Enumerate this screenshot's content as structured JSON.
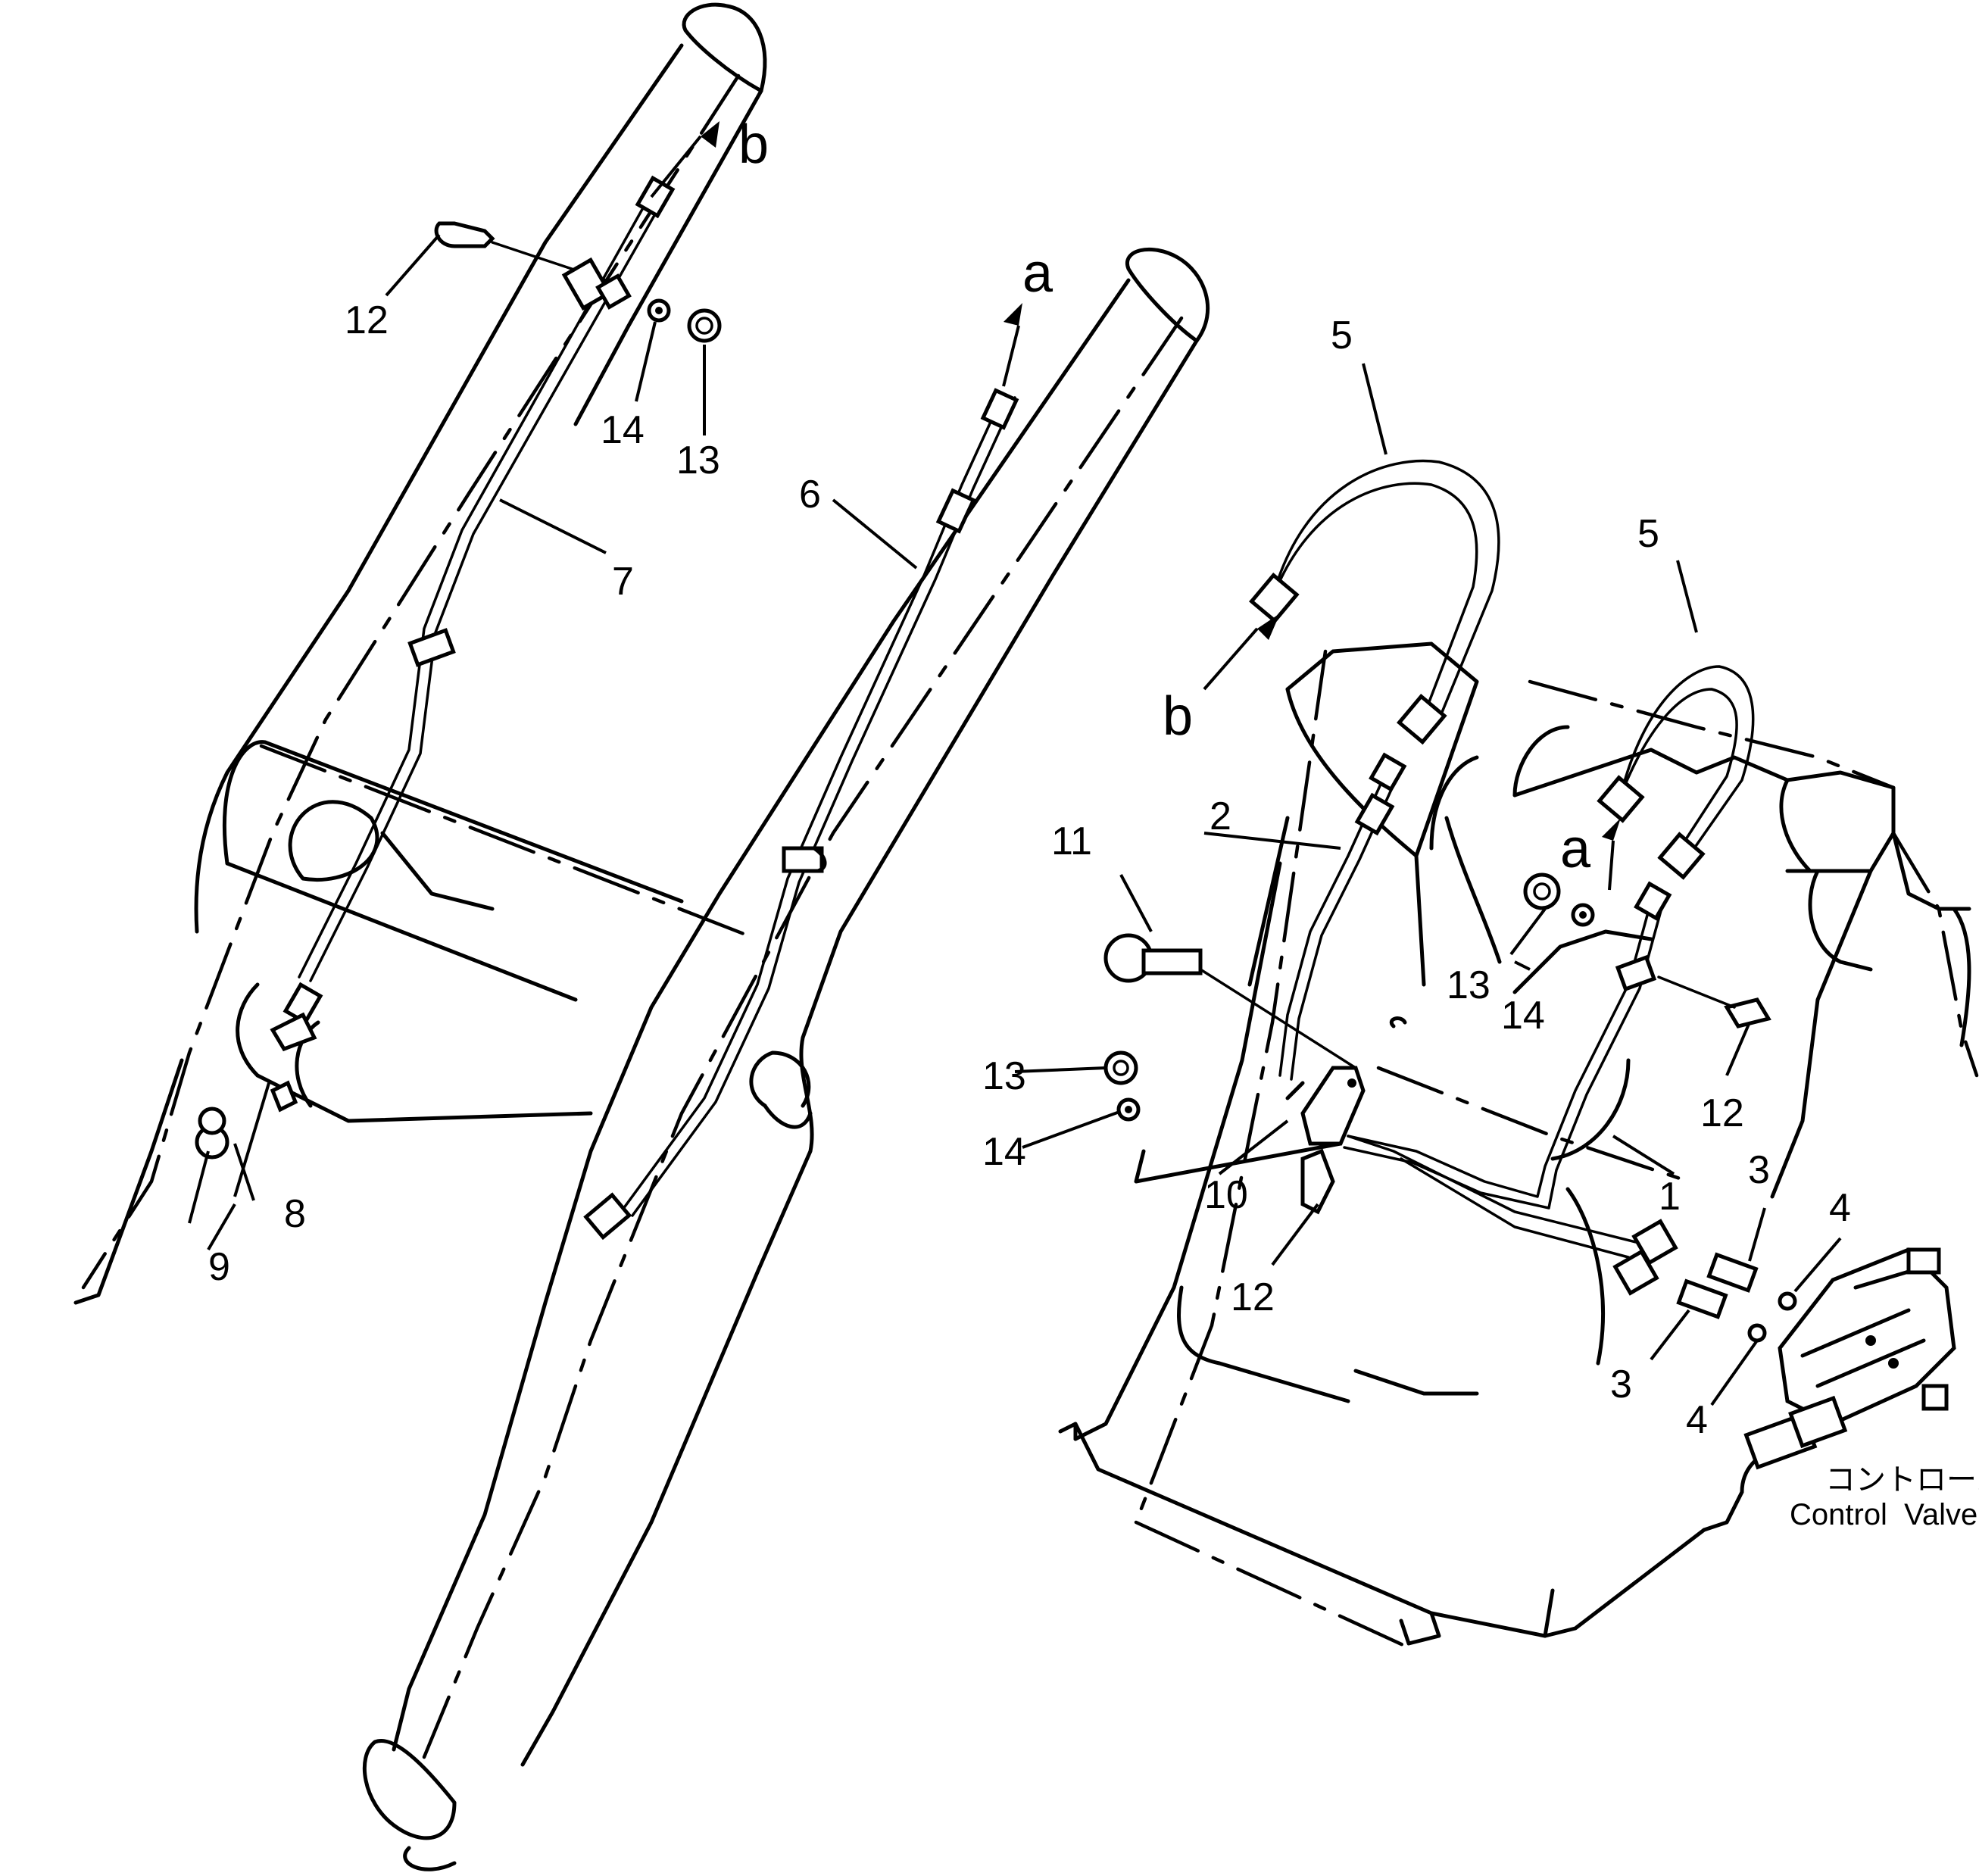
{
  "labels": {
    "p1": "1",
    "p2": "2",
    "p3a": "3",
    "p3b": "3",
    "p4a": "4",
    "p4b": "4",
    "p5a": "5",
    "p5b": "5",
    "p6": "6",
    "p7": "7",
    "p8": "8",
    "p9": "9",
    "p10": "10",
    "p11": "11",
    "p12a": "12",
    "p12b": "12",
    "p12c": "12",
    "p13a": "13",
    "p13b": "13",
    "p13c": "13",
    "p14a": "14",
    "p14b": "14",
    "p14c": "14",
    "ref_a_top": "a",
    "ref_b_top": "b",
    "ref_a_right": "a",
    "ref_b_right": "b"
  },
  "caption": {
    "jp": "コントロールバルブ",
    "en": "Control  Valve"
  }
}
